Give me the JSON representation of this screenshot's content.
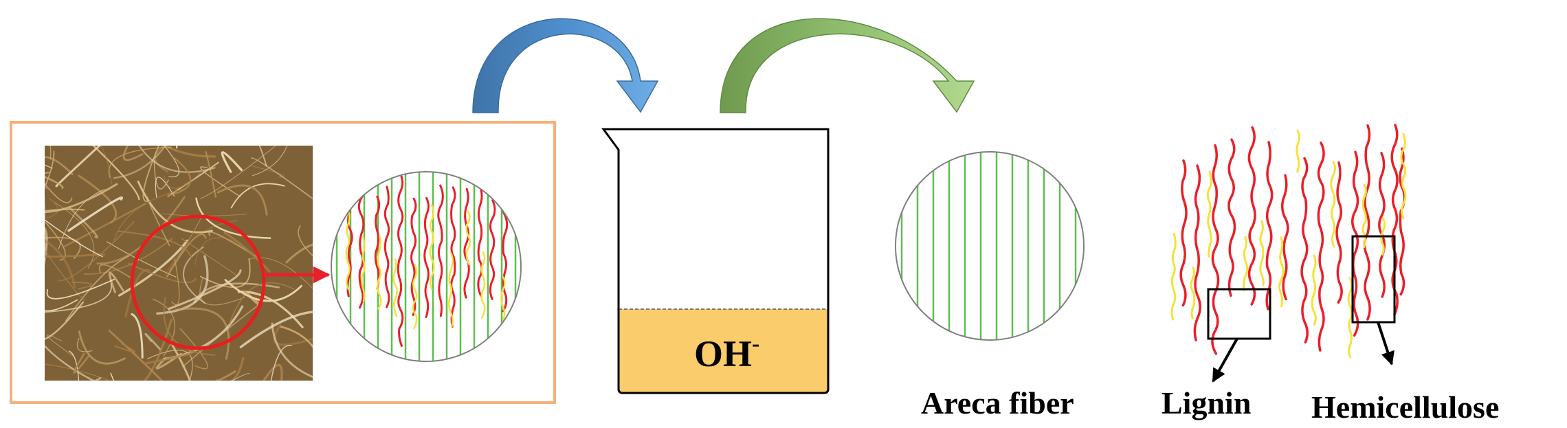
{
  "labels": {
    "reagent": "OH",
    "reagent_charge": "-",
    "areca_fiber": "Areca fiber",
    "lignin": "Lignin",
    "hemicellulose": "Hemicellulose"
  },
  "colors": {
    "frame_border": "#f2b27f",
    "cellulose_line": "#5cbf4f",
    "lignin_line": "#e8202a",
    "hemicellulose_line": "#f2e33a",
    "highlight_circle": "#e81e1e",
    "pointer_arrow": "#e8202a",
    "solution_fill": "#fbcc6b",
    "arrow_blue": "#4f8ecd",
    "arrow_green": "#8fbf6e"
  },
  "icons": {
    "photo": "areca-fiber-photo",
    "beaker": "beaker-icon",
    "arrow_1": "curved-arrow-blue-icon",
    "arrow_2": "curved-arrow-green-icon"
  }
}
